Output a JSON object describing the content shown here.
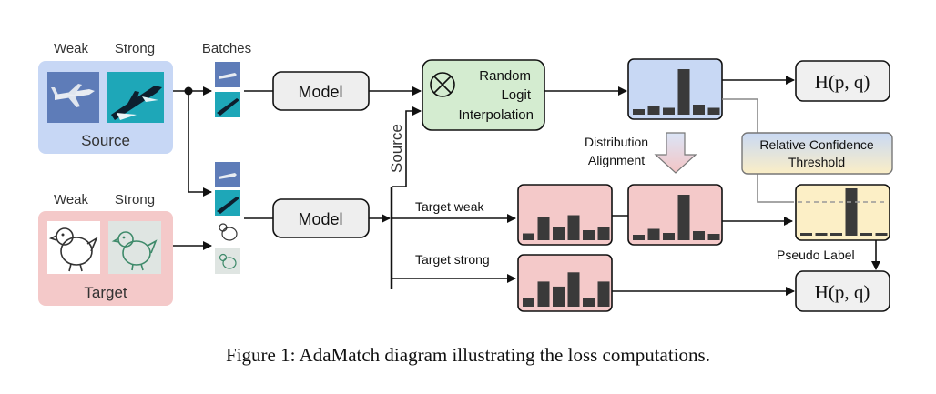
{
  "labels": {
    "source_weak": "Weak",
    "source_strong": "Strong",
    "batches": "Batches",
    "source": "Source",
    "target_weak_hdr": "Weak",
    "target_strong_hdr": "Strong",
    "target": "Target",
    "model_top": "Model",
    "model_bottom": "Model",
    "rli_line1": "Random",
    "rli_line2": "Logit",
    "rli_line3": "Interpolation",
    "source_vertical": "Source",
    "dist_align_line1": "Distribution",
    "dist_align_line2": "Alignment",
    "target_weak_branch": "Target weak",
    "target_strong_branch": "Target strong",
    "rel_conf_line1": "Relative Confidence",
    "rel_conf_line2": "Threshold",
    "pseudo_label": "Pseudo Label",
    "loss_top": "H(p, q)",
    "loss_bottom": "H(p, q)"
  },
  "caption": "Figure 1: AdaMatch diagram illustrating the loss computations.",
  "histograms": {
    "source": [
      0.12,
      0.18,
      0.15,
      1.0,
      0.22,
      0.15
    ],
    "target_weak": [
      0.15,
      0.52,
      0.28,
      0.55,
      0.22,
      0.3
    ],
    "aligned": [
      0.12,
      0.25,
      0.16,
      1.0,
      0.2,
      0.14
    ],
    "pseudo": [
      0.04,
      0.04,
      0.04,
      1.0,
      0.05,
      0.04
    ],
    "target_strong": [
      0.2,
      0.6,
      0.48,
      0.82,
      0.2,
      0.6
    ]
  },
  "colors": {
    "source_panel": "#c7d7f5",
    "target_panel": "#f4c9c9",
    "rli_box": "#d4ecd0",
    "source_hist_box": "#c8d8f4",
    "target_hist_box": "#f4c9c9",
    "pseudo_box": "#fcefc6",
    "loss_box": "#f0f0f0",
    "model_box": "#eeeeee",
    "bar": "#3a3a3a"
  },
  "icons": {
    "plane_weak": "airplane-image",
    "plane_strong": "airplane-augmented-image",
    "bird_weak": "bird-sketch-image",
    "bird_strong": "bird-sketch-augmented-image",
    "otimes": "circled-times-icon"
  }
}
